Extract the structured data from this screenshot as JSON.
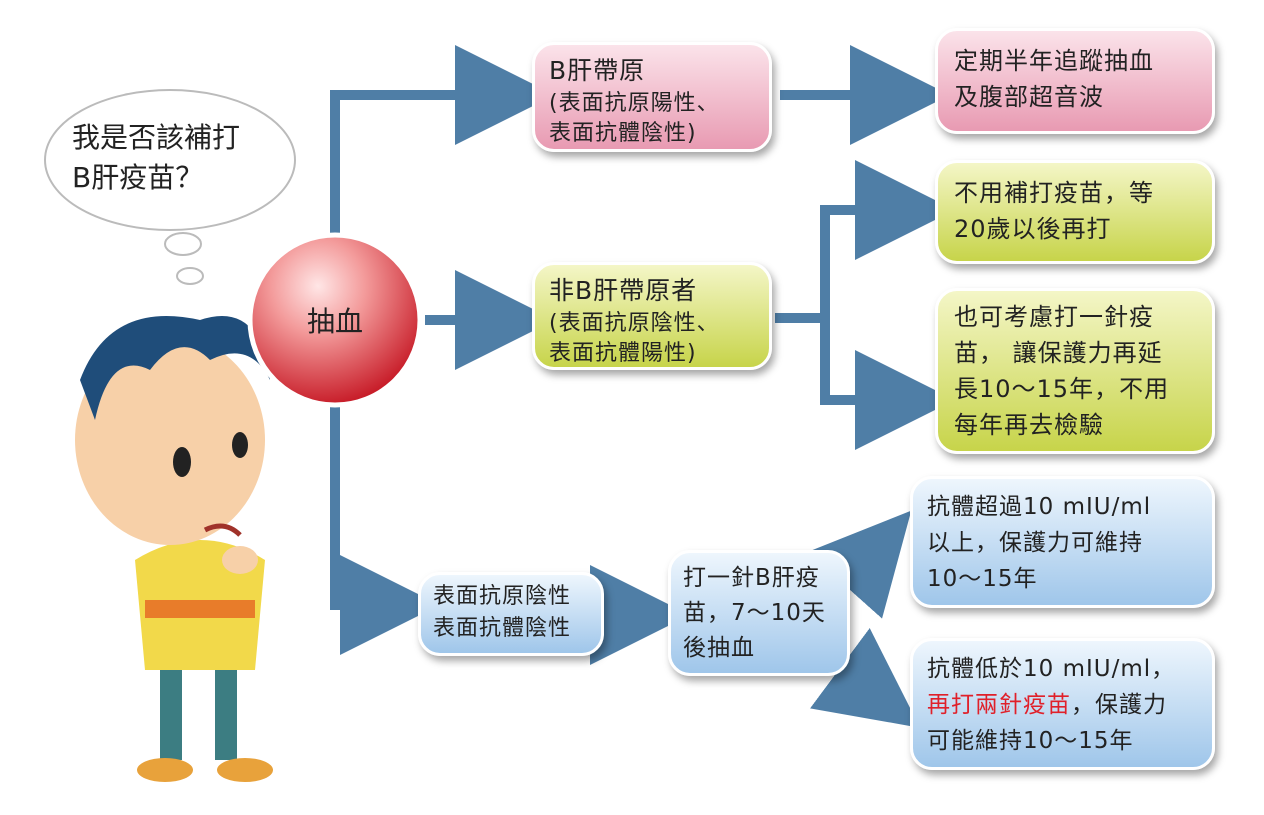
{
  "thought": {
    "line1": "我是否該補打",
    "line2": "B肝疫苗？"
  },
  "center": {
    "label": "抽血"
  },
  "carrier": {
    "title": "B肝帶原",
    "line1": "(表面抗原陽性、",
    "line2": "表面抗體陰性)"
  },
  "carrier_result": {
    "line1": "定期半年追蹤抽血",
    "line2": "及腹部超音波"
  },
  "noncarrier": {
    "title": "非B肝帶原者",
    "line1": "(表面抗原陰性、",
    "line2": "表面抗體陽性)"
  },
  "noncarrier_result1": {
    "line1": "不用補打疫苗，等",
    "line2": "20歲以後再打"
  },
  "noncarrier_result2": {
    "line1": "也可考慮打一針疫",
    "line2": "苗， 讓保護力再延",
    "line3": "長10～15年，不用",
    "line4": "每年再去檢驗"
  },
  "negative": {
    "line1": "表面抗原陰性",
    "line2": "表面抗體陰性"
  },
  "vaccine": {
    "line1": "打一針B肝疫",
    "line2": "苗，7～10天",
    "line3": "後抽血"
  },
  "result_high": {
    "line1": "抗體超過10  mIU/ml",
    "line2": "以上，保護力可維持",
    "line3": "10～15年"
  },
  "result_low": {
    "line1": "抗體低於10  mIU/ml，",
    "line2_red": "再打兩針疫苗",
    "line2_rest": "，保護力",
    "line3": "可能維持10～15年"
  },
  "colors": {
    "arrow": "#4f7ea6",
    "pink": "#e89ab2",
    "green": "#c7d44a",
    "blue": "#9fc6ea",
    "highlight": "#e0202a",
    "sphere": "#d9303a"
  }
}
